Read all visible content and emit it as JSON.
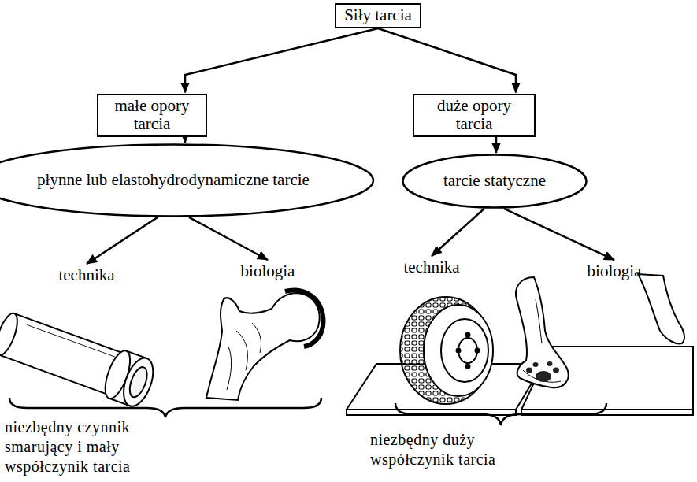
{
  "diagram": {
    "nodes": [
      {
        "text": [
          "Siły tarcia"
        ]
      },
      {
        "text": [
          "małe opory tarcia"
        ]
      },
      {
        "text": [
          "duże opory tarcia"
        ]
      },
      {
        "text": [
          "płynne lub elastohydrodynamiczne tarcie"
        ]
      },
      {
        "text": [
          "tarcie statyczne"
        ]
      },
      {
        "text": [
          "technika"
        ]
      },
      {
        "text": [
          "biologia"
        ]
      },
      {
        "text": [
          "technika"
        ]
      },
      {
        "text": [
          "biologia"
        ]
      }
    ],
    "edges": [
      {
        "from": 0,
        "to": 1,
        "arrow": "to"
      },
      {
        "from": 0,
        "to": 2,
        "arrow": "to"
      },
      {
        "from": 1,
        "to": 3,
        "arrow": "to"
      },
      {
        "from": 2,
        "to": 4,
        "arrow": "to"
      },
      {
        "from": 3,
        "to": 5,
        "arrow": "to"
      },
      {
        "from": 3,
        "to": 6,
        "arrow": "to"
      },
      {
        "from": 4,
        "to": 7,
        "arrow": "to"
      },
      {
        "from": 4,
        "to": 8,
        "arrow": "to"
      }
    ],
    "labels": [
      "niezbędny czynnik smarujący i mały współczynik tarcia",
      "niezbędny duży współczynik tarcia"
    ]
  }
}
